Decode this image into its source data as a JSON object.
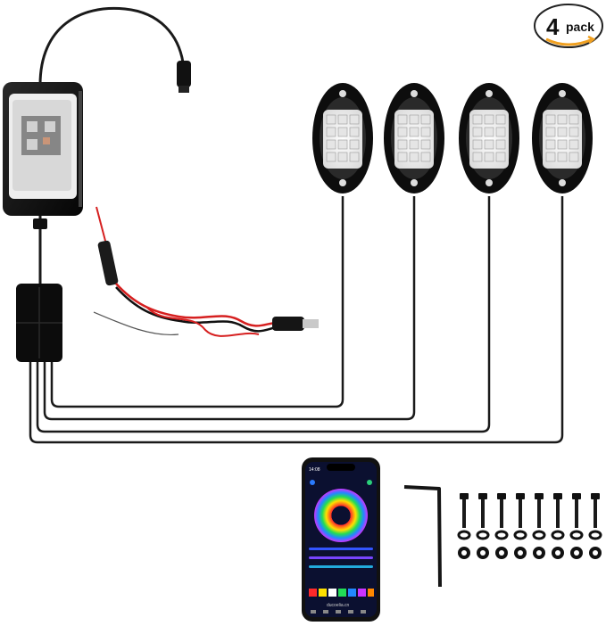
{
  "badge": {
    "count": "4",
    "label": "pack"
  },
  "phone": {
    "time": "14:08",
    "app_name": "ducoelia.cn"
  },
  "colors": {
    "background": "#ffffff",
    "housing": "#111111",
    "cable": "#1a1a1a",
    "red_wire": "#d62020",
    "badge_border": "#f0a020",
    "phone_screen": "#0b1030"
  },
  "items": {
    "pod_lights": 4,
    "screws": 8,
    "nuts": 8
  },
  "icons": [
    "controller-box",
    "rock-light-pod",
    "power-plug",
    "smartphone",
    "hex-key",
    "screw",
    "nut"
  ]
}
